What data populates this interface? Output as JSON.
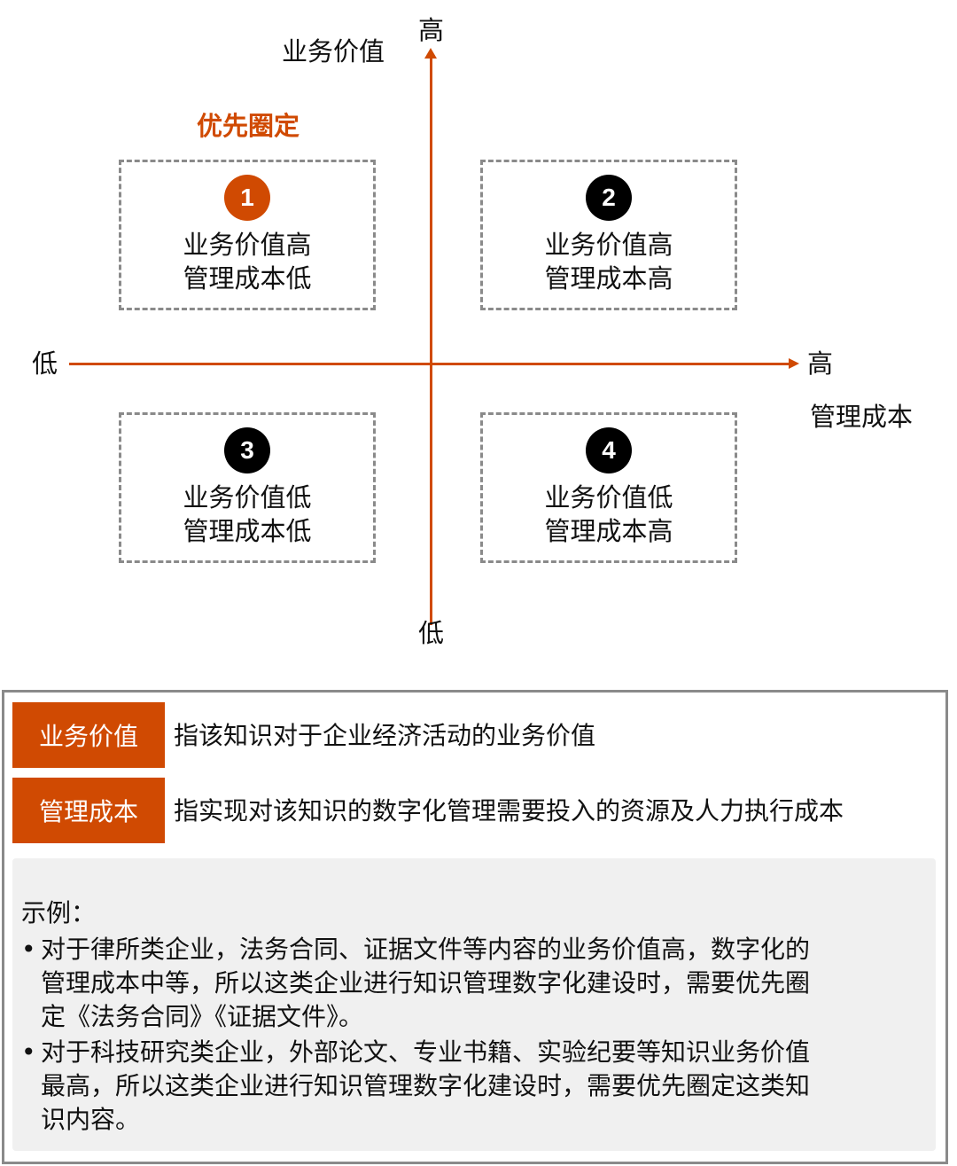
{
  "diagram": {
    "y_axis": {
      "title": "业务价值",
      "high_label": "高",
      "low_label": "低"
    },
    "x_axis": {
      "title": "管理成本",
      "high_label": "高",
      "low_label": "低"
    },
    "priority_label": "优先圈定",
    "axis_color": "#d04a02",
    "quadrants": [
      {
        "number": "1",
        "line1": "业务价值高",
        "line2": "管理成本低",
        "badge_color": "#d04a02",
        "highlight": true
      },
      {
        "number": "2",
        "line1": "业务价值高",
        "line2": "管理成本高",
        "badge_color": "#000000",
        "highlight": false
      },
      {
        "number": "3",
        "line1": "业务价值低",
        "line2": "管理成本低",
        "badge_color": "#000000",
        "highlight": false
      },
      {
        "number": "4",
        "line1": "业务价值低",
        "line2": "管理成本高",
        "badge_color": "#000000",
        "highlight": false
      }
    ]
  },
  "legend": {
    "terms": [
      {
        "tag": "业务价值",
        "description": "指该知识对于企业经济活动的业务价值"
      },
      {
        "tag": "管理成本",
        "description": "指实现对该知识的数字化管理需要投入的资源及人力执行成本"
      }
    ],
    "example": {
      "title": "示例：",
      "bullet_glyph": "•",
      "items": [
        {
          "lines": [
            "对于律所类企业，法务合同、证据文件等内容的业务价值高，数字化的",
            "管理成本中等，所以这类企业进行知识管理数字化建设时，需要优先圈",
            "定《法务合同》《证据文件》。"
          ]
        },
        {
          "lines": [
            "对于科技研究类企业，外部论文、专业书籍、实验纪要等知识业务价值",
            "最高，所以这类企业进行知识管理数字化建设时，需要优先圈定这类知",
            "识内容。"
          ]
        }
      ]
    }
  }
}
